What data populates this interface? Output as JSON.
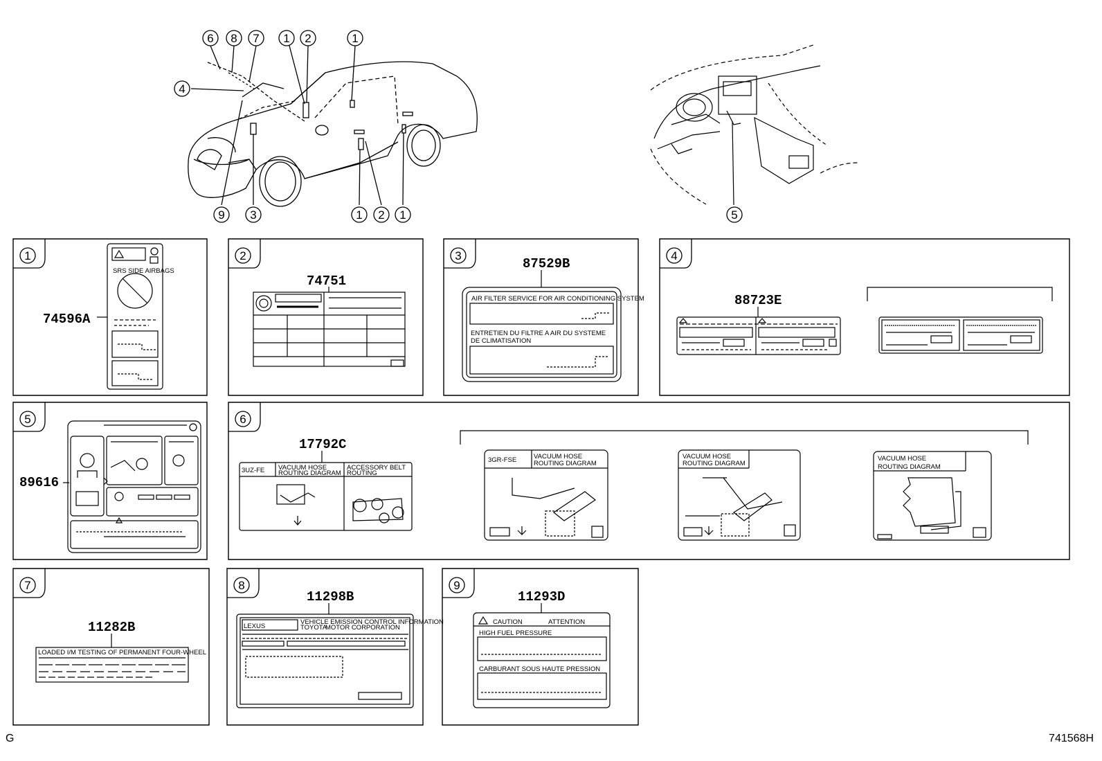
{
  "callouts_car": [
    "6",
    "8",
    "7",
    "4",
    "1",
    "2",
    "1",
    "9",
    "3",
    "1",
    "2",
    "1"
  ],
  "callouts_dash": [
    "5"
  ],
  "panels": [
    {
      "num": "1",
      "part": "74596A",
      "label_lines": [
        "SRS SIDE AIRBAGS"
      ]
    },
    {
      "num": "2",
      "part": "74751",
      "label_lines": []
    },
    {
      "num": "3",
      "part": "87529B",
      "label_lines": [
        "AIR FILTER SERVICE FOR AIR CONDITIONING SYSTEM",
        "ENTRETIEN DU FILTRE A AIR DU SYSTEME",
        "DE CLIMATISATION"
      ]
    },
    {
      "num": "4",
      "part": "88723E",
      "label_lines": []
    },
    {
      "num": "5",
      "part": "89616",
      "label_lines": []
    },
    {
      "num": "6",
      "part": "17792C",
      "label_lines": [
        "3UZ-FE",
        "VACUUM HOSE",
        "ROUTING DIAGRAM",
        "ACCESSORY BELT",
        "ROUTING"
      ]
    },
    {
      "num": "7",
      "part": "11282B",
      "label_lines": [
        "LOADED I/M TESTING OF PERMANENT FOUR-WHEEL"
      ]
    },
    {
      "num": "8",
      "part": "11298B",
      "label_lines": [
        "LEXUS",
        "VEHICLE EMISSION CONTROL INFORMATION",
        "TOYOTA",
        "MOTOR CORPORATION"
      ]
    },
    {
      "num": "9",
      "part": "11293D",
      "label_lines": [
        "CAUTION",
        "ATTENTION",
        "HIGH  FUEL  PRESSURE",
        "CARBURANT  SOUS  HAUTE  PRESSION"
      ]
    }
  ],
  "panel6_extra": [
    {
      "label_lines": [
        "3GR-FSE",
        "VACUUM HOSE",
        "ROUTING DIAGRAM"
      ]
    },
    {
      "label_lines": [
        "VACUUM HOSE",
        "ROUTING DIAGRAM"
      ]
    },
    {
      "label_lines": [
        "VACUUM HOSE",
        "ROUTING DIAGRAM"
      ]
    }
  ],
  "corner_left": "G",
  "corner_right": "741568H"
}
